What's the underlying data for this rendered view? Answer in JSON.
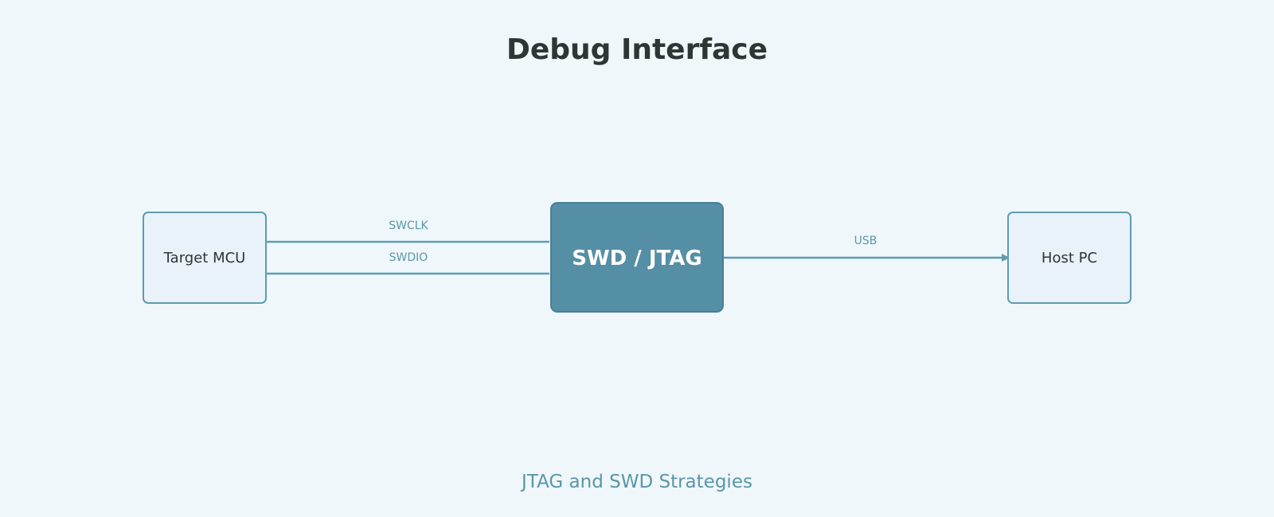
{
  "title": "Debug Interface",
  "caption": "JTAG and SWD Strategies",
  "nodes": {
    "target": "Target MCU",
    "adapter": "SWD / JTAG",
    "host": "Host PC"
  },
  "links": {
    "swclk": "SWCLK",
    "swdio": "SWDIO",
    "usb": "USB"
  },
  "colors": {
    "background": "#eff7fa",
    "accent": "#5e9cb0",
    "hub_fill": "#558fa6",
    "node_fill": "#e8f2f8",
    "text": "#2f3535"
  }
}
